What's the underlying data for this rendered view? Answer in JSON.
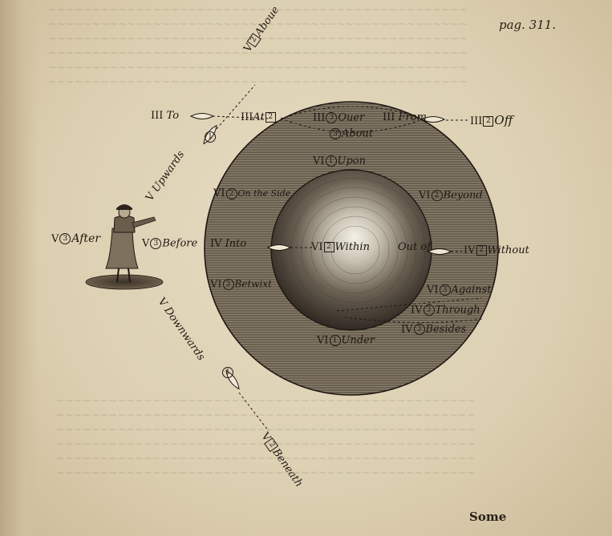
{
  "page_number": "pag. 311.",
  "footer_word": "Some",
  "labels": {
    "to": {
      "roman": "III",
      "word": "To"
    },
    "at": {
      "roman": "III",
      "mark": "2",
      "word": "At"
    },
    "ouer": {
      "roman": "III",
      "mark": "3",
      "word": "Ouer"
    },
    "from": {
      "roman": "III",
      "word": "From"
    },
    "off": {
      "roman": "III",
      "mark": "2",
      "word": "Off"
    },
    "about": {
      "mark": "3",
      "word": "About"
    },
    "above": {
      "roman": "V",
      "mark": "2",
      "word": "Aboue"
    },
    "upwards": {
      "roman": "V",
      "word": "Upwards"
    },
    "upon": {
      "roman": "VI",
      "mark": "1",
      "word": "Upon"
    },
    "on_the_side": {
      "roman": "VI",
      "mark": "2",
      "word": "On the Side"
    },
    "beyond": {
      "roman": "VI",
      "mark": "2",
      "word": "Beyond"
    },
    "after": {
      "roman": "V",
      "mark": "3",
      "word": "After"
    },
    "before": {
      "roman": "V",
      "mark": "3",
      "word": "Before"
    },
    "into": {
      "roman": "IV",
      "word": "Into"
    },
    "within": {
      "roman": "VI",
      "mark": "2",
      "word": "Within"
    },
    "out_of": {
      "word": "Out of"
    },
    "without": {
      "roman": "IV",
      "mark": "2",
      "word": "Without"
    },
    "betwixt": {
      "roman": "VI",
      "mark": "3",
      "word": "Betwixt"
    },
    "against": {
      "roman": "VI",
      "mark": "3",
      "word": "Against"
    },
    "through": {
      "roman": "IV",
      "mark": "3",
      "word": "Through"
    },
    "besides": {
      "roman": "IV",
      "mark": "3",
      "word": "Besides"
    },
    "under": {
      "roman": "VI",
      "mark": "1",
      "word": "Under"
    },
    "downwards": {
      "roman": "V",
      "word": "Downwards"
    },
    "beneath": {
      "roman": "V",
      "mark": "2",
      "word": "Beneath"
    },
    "mark_1": "1"
  },
  "colors": {
    "ink": "#1f1812",
    "paper": "#dccfb2",
    "ring": "#6f6454",
    "sphere_light": "#f2efe6",
    "sphere_dark": "#2b2520"
  }
}
